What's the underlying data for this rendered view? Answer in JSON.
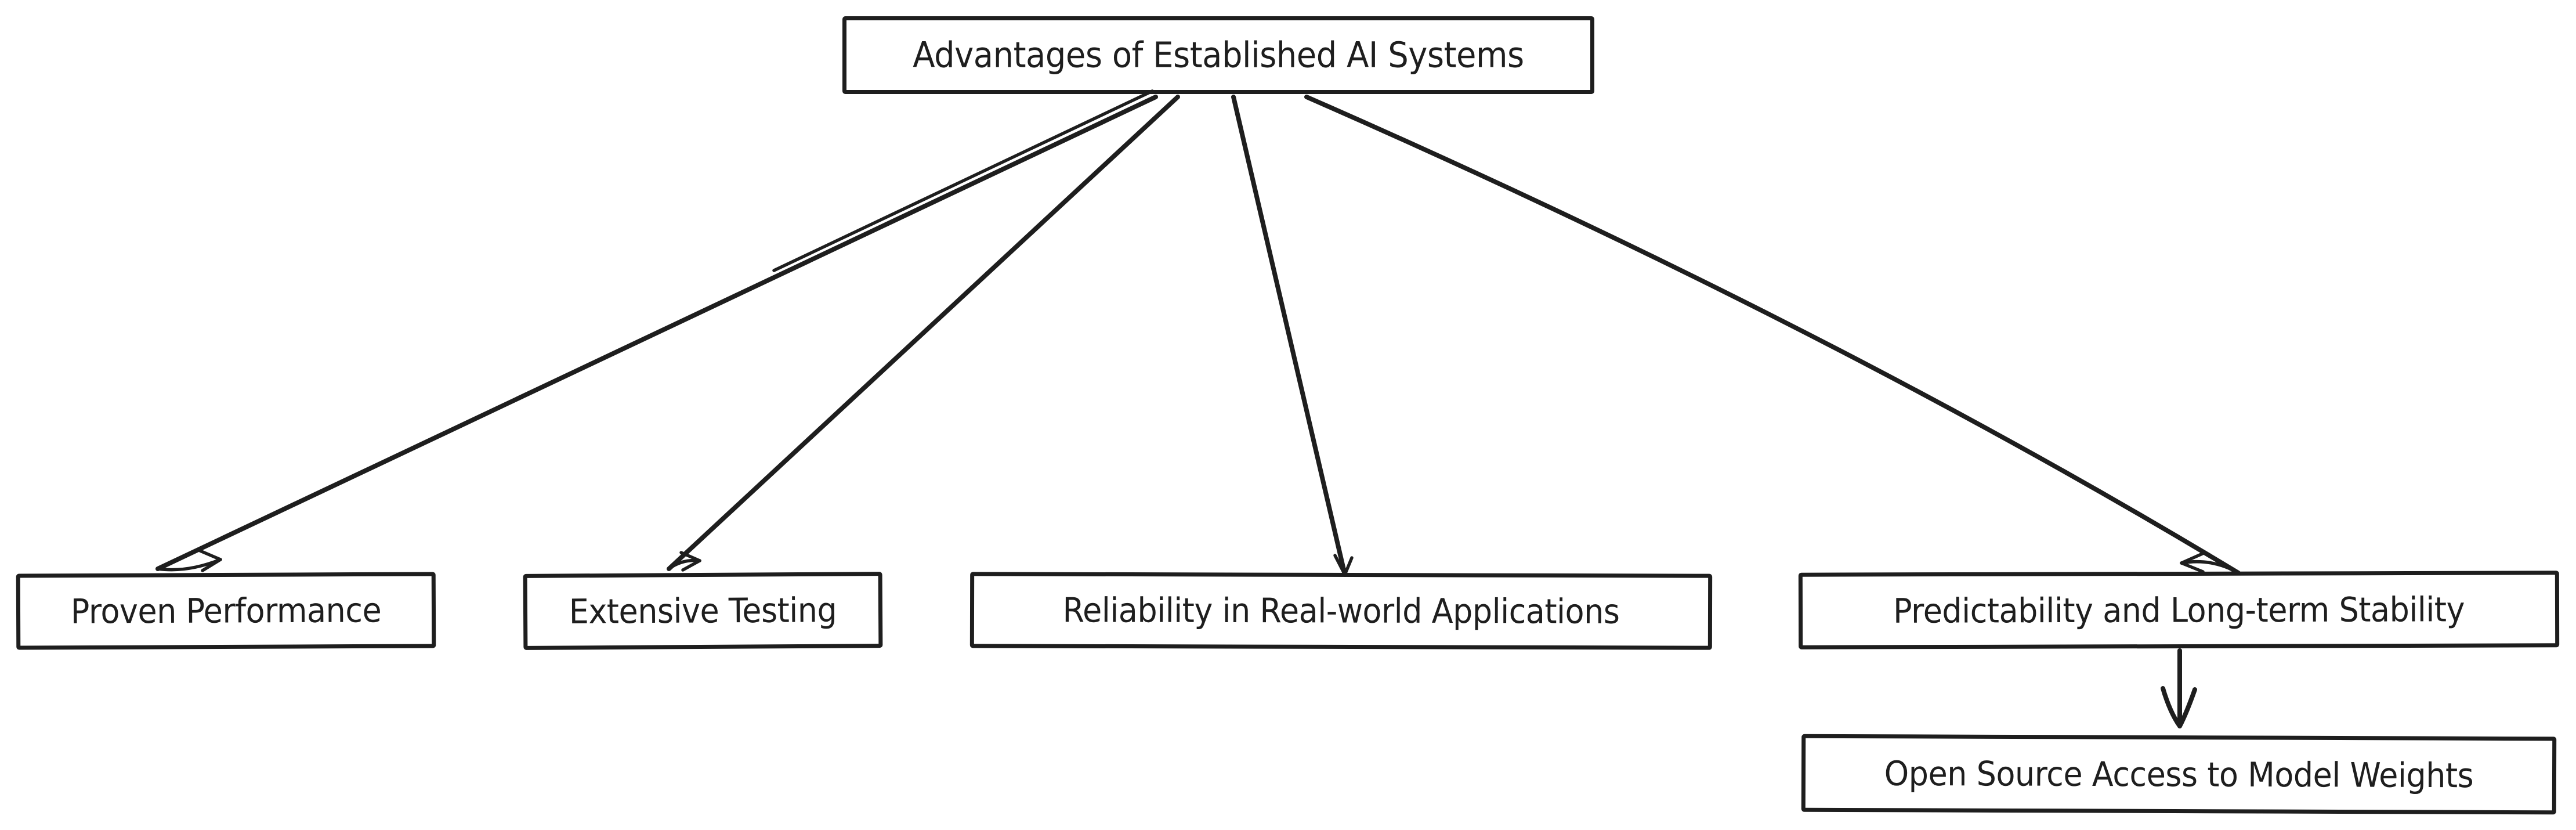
{
  "diagram": {
    "title": "Advantages of Established AI Systems",
    "nodes": {
      "root": {
        "label": "Advantages of Established AI Systems"
      },
      "proven_performance": {
        "label": "Proven Performance"
      },
      "extensive_testing": {
        "label": "Extensive Testing"
      },
      "reliability": {
        "label": "Reliability in Real-world Applications"
      },
      "predictability": {
        "label": "Predictability and Long-term Stability"
      },
      "open_source": {
        "label": "Open Source Access to Model Weights"
      }
    },
    "edges": [
      {
        "from": "root",
        "to": "proven_performance",
        "style": "arrow"
      },
      {
        "from": "root",
        "to": "extensive_testing",
        "style": "arrow"
      },
      {
        "from": "root",
        "to": "reliability",
        "style": "arrow"
      },
      {
        "from": "root",
        "to": "predictability",
        "style": "arrow"
      },
      {
        "from": "predictability",
        "to": "open_source",
        "style": "arrow"
      }
    ],
    "style": "hand-drawn"
  },
  "colors": {
    "stroke": "#1e1e1e",
    "node_fill": "#ffffff",
    "background": "#ffffff"
  }
}
